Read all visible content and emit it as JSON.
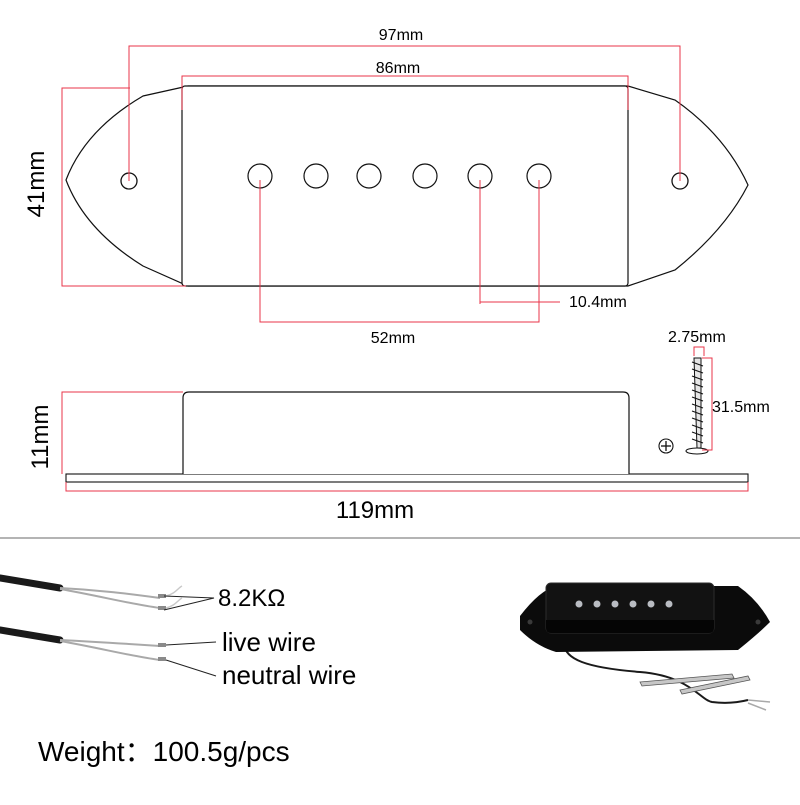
{
  "dimensions": {
    "mount_spacing": "97mm",
    "cover_length": "86mm",
    "height_top": "41mm",
    "pole_span": "52mm",
    "pole_spacing": "10.4mm",
    "screw_diameter": "2.75mm",
    "screw_length": "31.5mm",
    "side_height": "11mm",
    "total_length": "119mm"
  },
  "wiring": {
    "resistance": "8.2KΩ",
    "live": "live wire",
    "neutral": "neutral wire"
  },
  "weight": "Weight：100.5g/pcs",
  "colors": {
    "dimension_line": "#e8344a",
    "outline": "#111111",
    "pickup_body": "#0b0b0b",
    "pole_piece": "#b9bcc2",
    "wire_insulation": "#1a1a1a",
    "wire_strands": "#a9a9a9",
    "divider": "#888888"
  },
  "icons": [
    "screw-icon",
    "screw-head-icon",
    "pickup-photo"
  ]
}
